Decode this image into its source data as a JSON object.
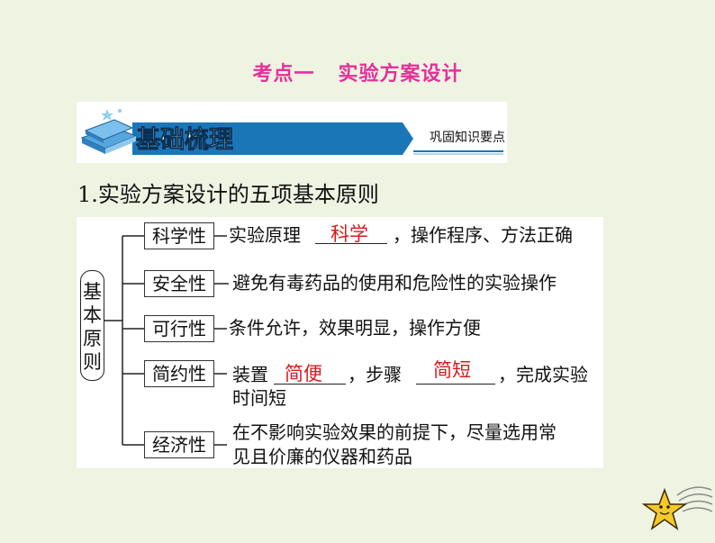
{
  "title": {
    "part1": "考点一",
    "part2": "实验方案设计"
  },
  "banner": {
    "main": "基础梳理",
    "sub": "巩固知识要点"
  },
  "heading": "1.实验方案设计的五项基本原则",
  "root": [
    "基",
    "本",
    "原",
    "则"
  ],
  "branches": [
    {
      "label": "科学性",
      "text_before": "实验原理",
      "fill1": "科学",
      "text_after": "，操作程序、方法正确"
    },
    {
      "label": "安全性",
      "text": "避免有毒药品的使用和危险性的实验操作"
    },
    {
      "label": "可行性",
      "text": "条件允许，效果明显，操作方便"
    },
    {
      "label": "简约性",
      "text_before": "装置",
      "fill1": "简便",
      "text_mid": "，步骤",
      "fill2": "简短",
      "text_after": "，完成实验",
      "line2": "时间短"
    },
    {
      "label": "经济性",
      "line1": "在不影响实验效果的前提下，尽量选用常",
      "line2": "见且价廉的仪器和药品"
    }
  ],
  "colors": {
    "title": "#e5309a",
    "fill": "#d21d1d",
    "banner": "#1b76b8",
    "background": "#eef3e2"
  }
}
